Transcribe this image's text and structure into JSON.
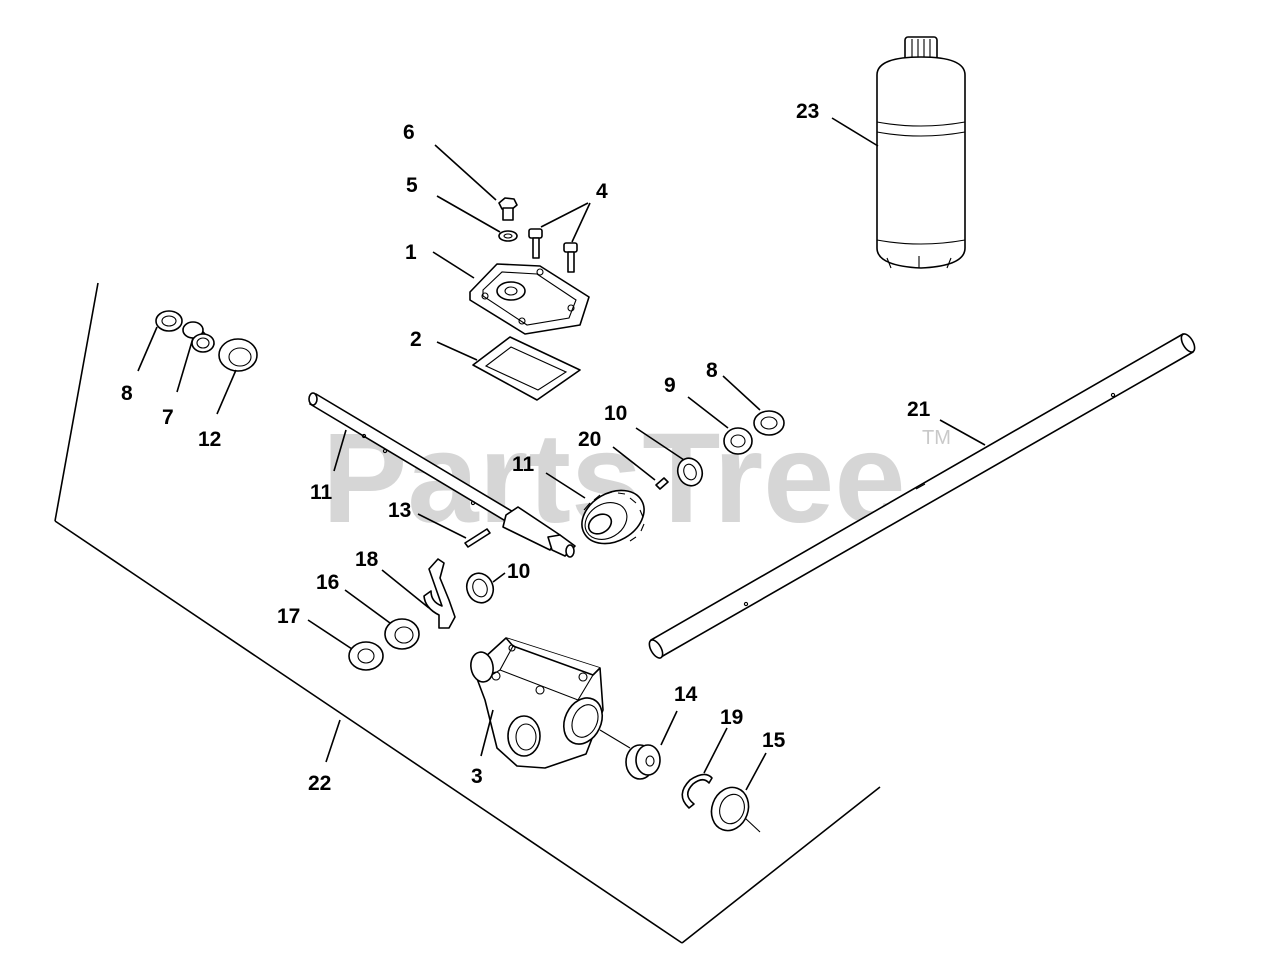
{
  "watermark": {
    "text": "PartsTree",
    "trademark": "TM"
  },
  "labels": {
    "p1": "1",
    "p2": "2",
    "p3": "3",
    "p4": "4",
    "p5": "5",
    "p6": "6",
    "p7": "7",
    "p8a": "8",
    "p8b": "8",
    "p9": "9",
    "p10a": "10",
    "p10b": "10",
    "p11a": "11",
    "p11b": "11",
    "p12": "12",
    "p13": "13",
    "p14": "14",
    "p15": "15",
    "p16": "16",
    "p17": "17",
    "p18": "18",
    "p19": "19",
    "p20": "20",
    "p21": "21",
    "p22": "22",
    "p23": "23"
  }
}
